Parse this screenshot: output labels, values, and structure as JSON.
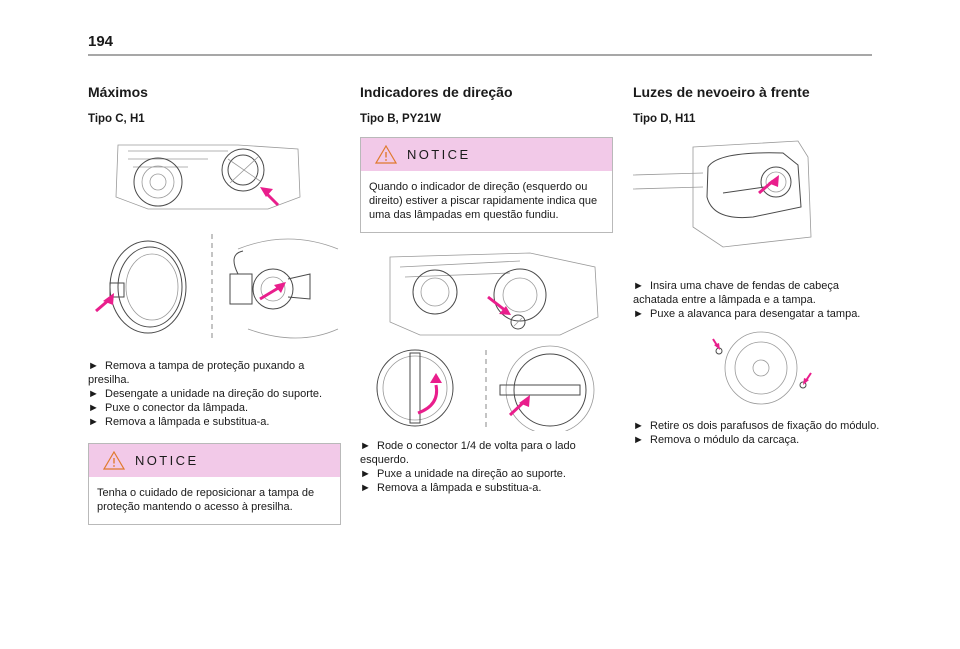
{
  "page": {
    "number": "194"
  },
  "columns": [
    {
      "title": "Máximos",
      "subtitle": "Tipo C, H1",
      "steps": [
        "Remova a tampa de proteção puxando a presilha.",
        "Desengate a unidade na direção do suporte.",
        "Puxe o conector da lâmpada.",
        "Remova a lâmpada e substitua-a."
      ],
      "notice": {
        "label": "NOTICE",
        "text": "Tenha o cuidado de reposicionar a tampa de proteção mantendo o acesso à presilha."
      }
    },
    {
      "title": "Indicadores de direção",
      "subtitle": "Tipo B, PY21W",
      "notice": {
        "label": "NOTICE",
        "text": "Quando o indicador de direção (esquerdo ou direito) estiver a piscar rapidamente indica que uma das lâmpadas em questão fundiu."
      },
      "steps": [
        "Rode o conector 1/4 de volta para o lado esquerdo.",
        "Puxe a unidade na direção ao suporte.",
        "Remova a lâmpada e substitua-a."
      ]
    },
    {
      "title": "Luzes de nevoeiro à frente",
      "subtitle": "Tipo D, H11",
      "steps_a": [
        "Insira uma chave de fendas de cabeça achatada entre a lâmpada e a tampa.",
        "Puxe a alavanca para desengatar a tampa."
      ],
      "steps_b": [
        "Retire os dois parafusos de fixação do módulo.",
        "Remova o módulo da carcaça."
      ]
    }
  ],
  "colors": {
    "accent": "#e91e8c",
    "notice_bg": "#f2c9e8",
    "rule": "#a7a7a7"
  },
  "icons": {
    "notice": "warning-triangle-icon",
    "arrow": "pink-arrow-icon",
    "bullet": "triangle-bullet-icon"
  }
}
